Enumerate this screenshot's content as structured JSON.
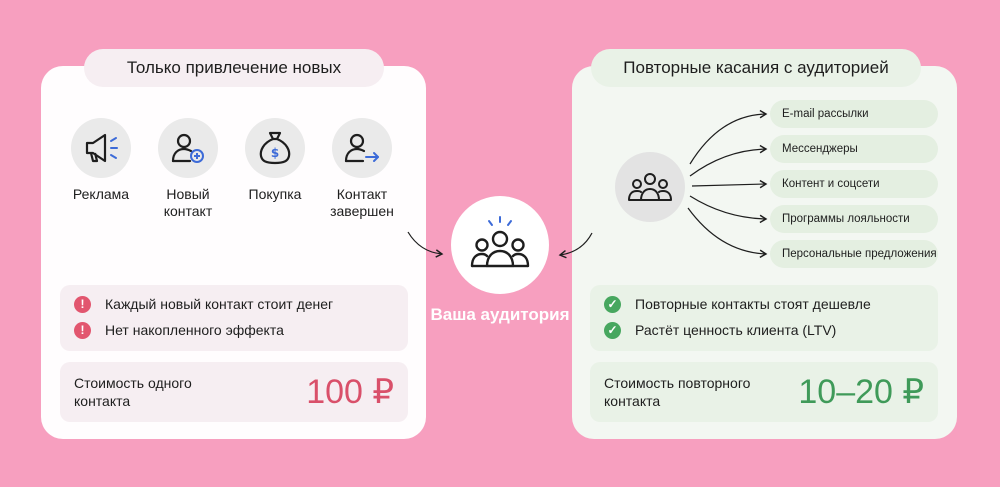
{
  "left": {
    "title": "Только привлечение новых",
    "steps": [
      {
        "label": "Реклама",
        "icon": "megaphone-icon"
      },
      {
        "label": "Новый контакт",
        "icon": "add-user-icon"
      },
      {
        "label": "Покупка",
        "icon": "money-bag-icon"
      },
      {
        "label": "Контакт завершен",
        "icon": "user-exit-icon"
      }
    ],
    "issues": [
      "Каждый новый контакт стоит денег",
      "Нет накопленного эффекта"
    ],
    "cost_label": "Стоимость одного контакта",
    "cost_value": "100 ₽"
  },
  "center": {
    "label": "Ваша аудитория",
    "icon": "audience-icon"
  },
  "right": {
    "title": "Повторные касания с аудиторией",
    "channels": [
      "E-mail рассылки",
      "Мессенджеры",
      "Контент и соцсети",
      "Программы лояльности",
      "Персональные предложения"
    ],
    "benefits": [
      "Повторные контакты стоят дешевле",
      "Растёт ценность клиента (LTV)"
    ],
    "cost_label": "Стоимость повторного контакта",
    "cost_value": "10–20 ₽"
  },
  "colors": {
    "background": "#f79fbf",
    "warning": "#e2566f",
    "success": "#47a75f",
    "accent_blue": "#3d6bd8"
  }
}
